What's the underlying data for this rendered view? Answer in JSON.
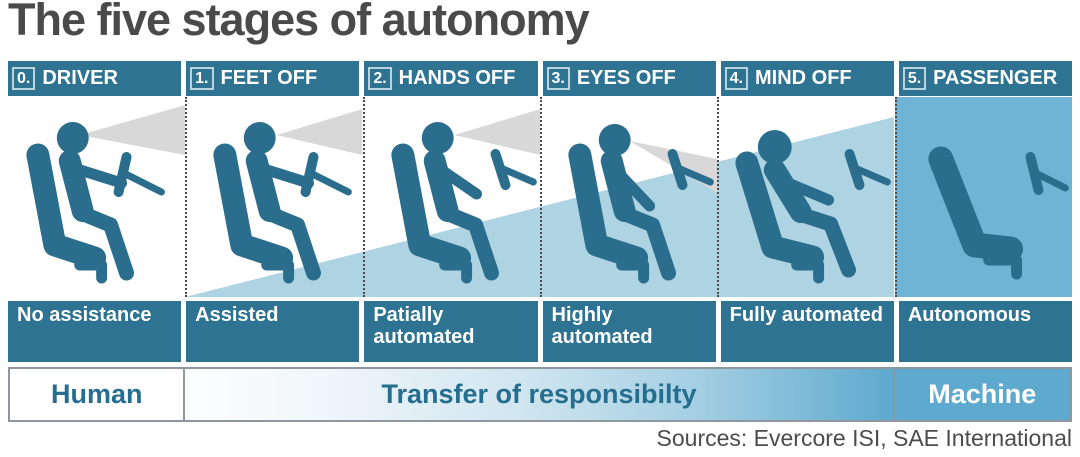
{
  "title": "The five stages of autonomy",
  "stages": [
    {
      "badge": "0.",
      "name": "DRIVER",
      "label": "No assistance"
    },
    {
      "badge": "1.",
      "name": "FEET OFF",
      "label": "Assisted"
    },
    {
      "badge": "2.",
      "name": "HANDS OFF",
      "label": "Patially automated"
    },
    {
      "badge": "3.",
      "name": "EYES OFF",
      "label": "Highly automated"
    },
    {
      "badge": "4.",
      "name": "MIND OFF",
      "label": "Fully automated"
    },
    {
      "badge": "5.",
      "name": "PASSENGER",
      "label": "Autonomous"
    }
  ],
  "responsibility_bar": {
    "left": "Human",
    "center": "Transfer of responsibilty",
    "right": "Machine"
  },
  "source": "Sources: Evercore ISI, SAE International",
  "colors": {
    "bar_teal": "#2e7391",
    "figure_teal": "#2b6d8c",
    "wedge_blue": "#aed4e4",
    "stage5_blue": "#70b4d5",
    "cone_gray": "#d8d8d8",
    "machine_blue": "#5ea9cf",
    "border_gray": "#8d979d",
    "title_gray": "#4a4a4a",
    "source_gray": "#4c4c4c",
    "badge_border": "#b9d3df",
    "human_text": "#256e8f"
  }
}
